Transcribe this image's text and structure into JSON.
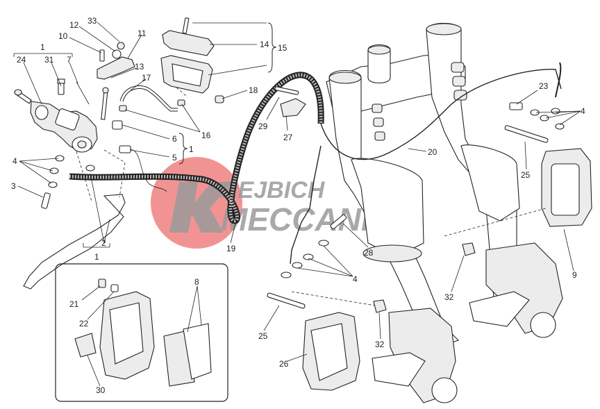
{
  "part_labels": {
    "l1a": "1",
    "l1b": "1",
    "l1c": "1",
    "l2": "2",
    "l3": "3",
    "l4a": "4",
    "l4b": "4",
    "l4c": "4",
    "l5": "5",
    "l6": "6",
    "l7": "7",
    "l8": "8",
    "l9": "9",
    "l10": "10",
    "l11": "11",
    "l12": "12",
    "l13": "13",
    "l14": "14",
    "l15": "15",
    "l16": "16",
    "l17": "17",
    "l18": "18",
    "l19": "19",
    "l20": "20",
    "l21": "21",
    "l22": "22",
    "l23": "23",
    "l24": "24",
    "l25a": "25",
    "l25b": "25",
    "l26": "26",
    "l27": "27",
    "l28": "28",
    "l29": "29",
    "l30": "30",
    "l31": "31",
    "l32a": "32",
    "l32b": "32",
    "l33": "33"
  },
  "watermark": {
    "line1": "REJBICH",
    "line2": "MECCANICA",
    "circle_color": "#e83a3a",
    "text_color": "#9a9a9a"
  }
}
